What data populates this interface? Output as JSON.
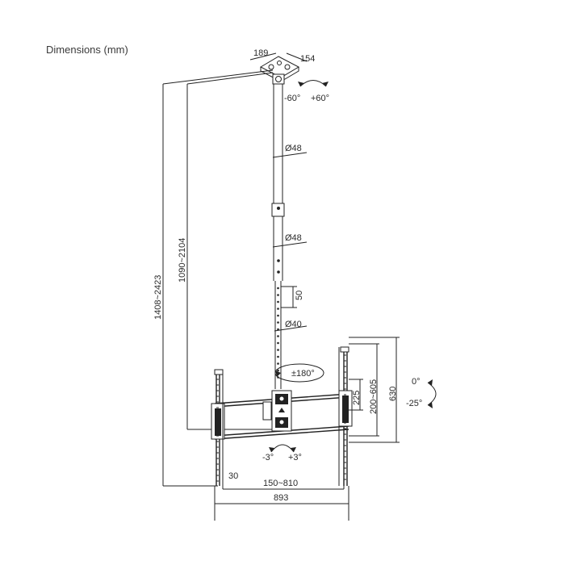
{
  "title": "Dimensions (mm)",
  "dims": {
    "top_width": "189",
    "top_depth": "154",
    "swivel_range_left": "-60°",
    "swivel_range_right": "+60°",
    "pole_upper_dia": "Ø48",
    "pole_lower_dia": "Ø48",
    "hole_spacing": "50",
    "inner_pole_dia": "Ø40",
    "rotation": "±180°",
    "total_height": "1408~2423",
    "pole_height": "1090~2104",
    "vesa_vertical_small": "225",
    "vesa_vertical": "200~605",
    "plate_height": "630",
    "tilt_top": "0°",
    "tilt_bottom": "-25°",
    "level_left": "-3°",
    "level_right": "+3°",
    "depth": "30",
    "vesa_horizontal": "150~810",
    "overall_width": "893"
  }
}
